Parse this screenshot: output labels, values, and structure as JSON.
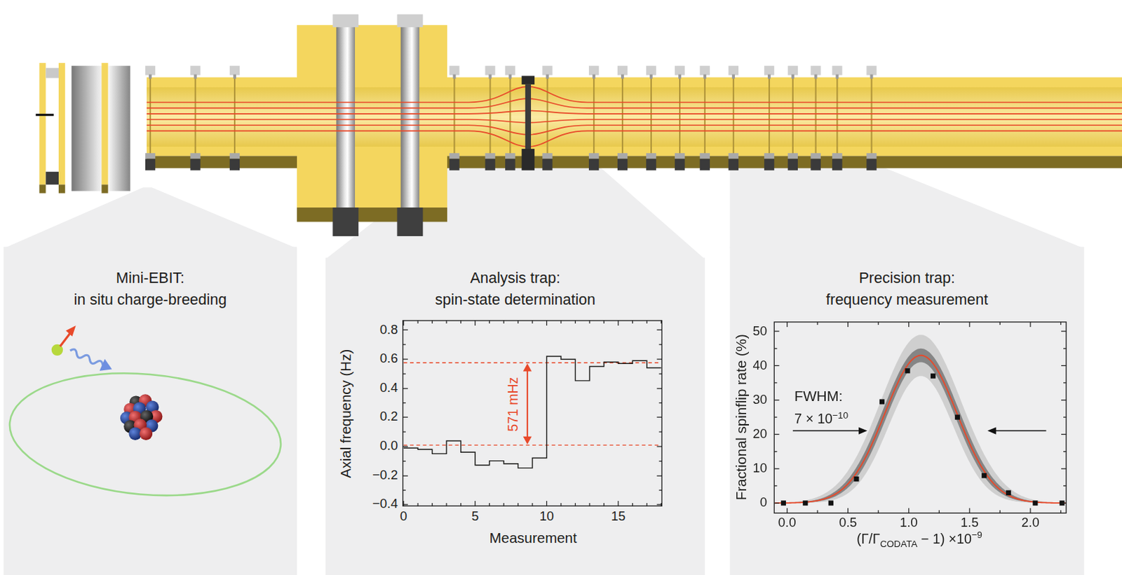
{
  "diagram": {
    "nodes": [
      {
        "text": [
          "Mini-EBIT:",
          "in situ charge-breeding"
        ]
      },
      {
        "text": [
          "Analysis trap:",
          "spin-state determination"
        ]
      },
      {
        "text": [
          "Precision trap:",
          "frequency measurement"
        ]
      }
    ],
    "labels": [
      "0.8",
      "0.6",
      "0.4",
      "0.2",
      "0.0",
      "−0.2",
      "−0.4",
      "0",
      "5",
      "10",
      "15",
      "Axial frequency (Hz)",
      "Measurement",
      "571 mHz",
      "0",
      "10",
      "20",
      "30",
      "40",
      "50",
      "0.0",
      "0.5",
      "1.0",
      "1.5",
      "2.0",
      "Fractional spinflip rate (%)",
      "(Γ/Γ",
      "CODATA",
      "− 1) ×10",
      "−9",
      "FWHM:",
      "7 × 10",
      "−10"
    ]
  }
}
